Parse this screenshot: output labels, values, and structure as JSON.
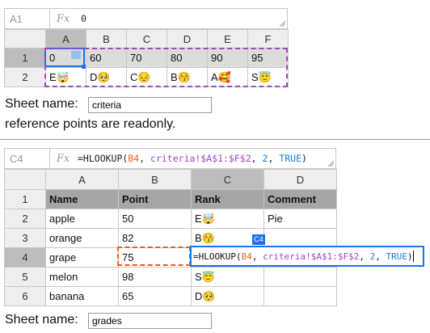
{
  "sheet1": {
    "address": "A1",
    "fx": "𝐹x",
    "formula": "0",
    "columns": [
      "A",
      "B",
      "C",
      "D",
      "E",
      "F"
    ],
    "rows": [
      {
        "row": "1",
        "cells": [
          "0",
          "60",
          "70",
          "80",
          "90",
          "95"
        ]
      },
      {
        "row": "2",
        "cells": [
          "E🤯",
          "D🥺",
          "C😔",
          "B😚",
          "A🥰",
          "S😇"
        ]
      }
    ],
    "sheet_name_label": "Sheet name:",
    "sheet_name_value": "criteria",
    "note": "reference points are readonly."
  },
  "sheet2": {
    "address": "C4",
    "fx": "𝐹x",
    "formula": {
      "prefix": "=HLOOKUP(",
      "ref1": "B4",
      "sep1": ", ",
      "ref2": "criteria!$A$1:$F$2",
      "sep2": ", ",
      "num": "2",
      "sep3": ", ",
      "bool": "TRUE",
      "suffix": ")"
    },
    "columns": [
      "A",
      "B",
      "C",
      "D"
    ],
    "header": [
      "Name",
      "Point",
      "Rank",
      "Comment"
    ],
    "rows": [
      {
        "row": "2",
        "cells": [
          "apple",
          "50",
          "E🤯",
          "Pie"
        ]
      },
      {
        "row": "3",
        "cells": [
          "orange",
          "82",
          "B😚",
          ""
        ]
      },
      {
        "row": "4",
        "cells": [
          "grape",
          "75",
          "",
          ""
        ]
      },
      {
        "row": "5",
        "cells": [
          "melon",
          "98",
          "S😇",
          ""
        ]
      },
      {
        "row": "6",
        "cells": [
          "banana",
          "65",
          "D🥺",
          ""
        ]
      }
    ],
    "row_headers": [
      "1",
      "2",
      "3",
      "4",
      "5",
      "6"
    ],
    "edit_badge": "C4",
    "sheet_name_label": "Sheet name:",
    "sheet_name_value": "grades"
  },
  "colors": {
    "selection_blue": "#1a73e8",
    "range_purple": "#a245c4",
    "ref_orange": "#e6621e",
    "header_gray": "#a6a6a6"
  }
}
